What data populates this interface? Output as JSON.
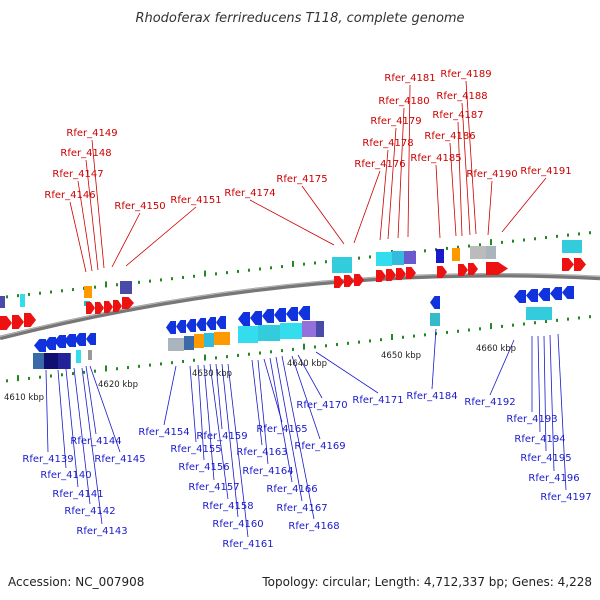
{
  "title": "Rhodoferax ferrireducens T118, complete genome",
  "footer": {
    "accession": "Accession: NC_007908",
    "summary": "Topology: circular; Length: 4,712,337 bp; Genes: 4,228"
  },
  "kbp_labels": [
    "4610 kbp",
    "4620 kbp",
    "4630 kbp",
    "4640 kbp",
    "4650 kbp",
    "4660 kbp"
  ],
  "colors": {
    "forward_arrow": "#ee1111",
    "reverse_arrow": "#1133dd",
    "forward_label": "#cc0000",
    "reverse_label": "#1a1acc",
    "backbone": "#777777",
    "tick": "#228822"
  },
  "top_genes": [
    "Rfer_4146",
    "Rfer_4147",
    "Rfer_4148",
    "Rfer_4149",
    "Rfer_4150",
    "Rfer_4151",
    "Rfer_4174",
    "Rfer_4175",
    "Rfer_4176",
    "Rfer_4178",
    "Rfer_4179",
    "Rfer_4180",
    "Rfer_4181",
    "Rfer_4185",
    "Rfer_4186",
    "Rfer_4187",
    "Rfer_4188",
    "Rfer_4189",
    "Rfer_4190",
    "Rfer_4191"
  ],
  "bottom_genes": [
    "Rfer_4139",
    "Rfer_4140",
    "Rfer_4141",
    "Rfer_4142",
    "Rfer_4143",
    "Rfer_4144",
    "Rfer_4145",
    "Rfer_4154",
    "Rfer_4155",
    "Rfer_4156",
    "Rfer_4157",
    "Rfer_4158",
    "Rfer_4159",
    "Rfer_4160",
    "Rfer_4161",
    "Rfer_4163",
    "Rfer_4164",
    "Rfer_4165",
    "Rfer_4166",
    "Rfer_4167",
    "Rfer_4168",
    "Rfer_4169",
    "Rfer_4170",
    "Rfer_4171",
    "Rfer_4184",
    "Rfer_4192",
    "Rfer_4193",
    "Rfer_4194",
    "Rfer_4195",
    "Rfer_4196",
    "Rfer_4197"
  ]
}
